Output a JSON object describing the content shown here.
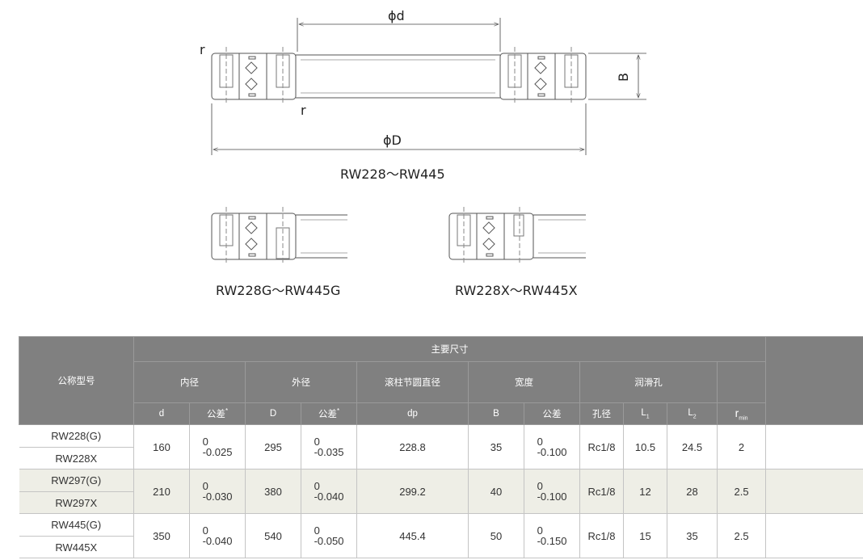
{
  "drawings": {
    "main_caption": "RW228～RW445",
    "g_caption": "RW228G～RW445G",
    "x_caption": "RW228X～RW445X",
    "labels": {
      "phi_d": "ϕd",
      "phi_D": "ϕD",
      "B": "B",
      "r": "r"
    }
  },
  "table": {
    "header": {
      "model": "公称型号",
      "main_dims": "主要尺寸",
      "inner": "内径",
      "outer": "外径",
      "pitch": "滚柱节圆直径",
      "width": "宽度",
      "lube": "润滑孔",
      "d": "d",
      "tol_star": "公差",
      "star": "*",
      "D": "D",
      "dp": "dp",
      "B": "B",
      "tol": "公差",
      "hole_dia": "孔径",
      "L1_letter": "L",
      "L1_sub": "1",
      "L2_letter": "L",
      "L2_sub": "2",
      "r_letter": "r",
      "r_sub": "min"
    },
    "rows": [
      {
        "model_g": "RW228(G)",
        "model_x": "RW228X",
        "d": "160",
        "d_tol_hi": "0",
        "d_tol_lo": "-0.025",
        "D": "295",
        "D_tol_hi": "0",
        "D_tol_lo": "-0.035",
        "dp": "228.8",
        "B": "35",
        "B_tol_hi": "0",
        "B_tol_lo": "-0.100",
        "hole": "Rc1/8",
        "L1": "10.5",
        "L2": "24.5",
        "rmin": "2"
      },
      {
        "model_g": "RW297(G)",
        "model_x": "RW297X",
        "d": "210",
        "d_tol_hi": "0",
        "d_tol_lo": "-0.030",
        "D": "380",
        "D_tol_hi": "0",
        "D_tol_lo": "-0.040",
        "dp": "299.2",
        "B": "40",
        "B_tol_hi": "0",
        "B_tol_lo": "-0.100",
        "hole": "Rc1/8",
        "L1": "12",
        "L2": "28",
        "rmin": "2.5"
      },
      {
        "model_g": "RW445(G)",
        "model_x": "RW445X",
        "d": "350",
        "d_tol_hi": "0",
        "d_tol_lo": "-0.040",
        "D": "540",
        "D_tol_hi": "0",
        "D_tol_lo": "-0.050",
        "dp": "445.4",
        "B": "50",
        "B_tol_hi": "0",
        "B_tol_lo": "-0.150",
        "hole": "Rc1/8",
        "L1": "15",
        "L2": "35",
        "rmin": "2.5"
      }
    ]
  }
}
